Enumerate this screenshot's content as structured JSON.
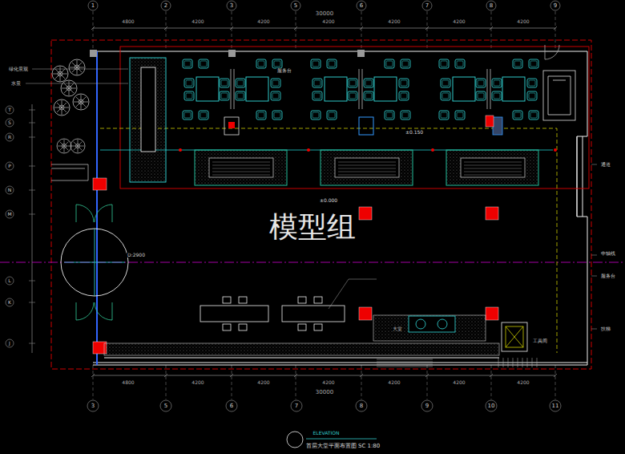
{
  "diagram": {
    "caption": "首层大堂平面布置图 SC 1:80",
    "labels": [
      "1",
      "2",
      "3",
      "5",
      "6",
      "7",
      "8",
      "9",
      "30000",
      "4800",
      "4200",
      "4200",
      "4200",
      "4200",
      "4200",
      "4200",
      "T",
      "S",
      "R",
      "P",
      "N",
      "M",
      "L",
      "K",
      "J",
      "绿化景观",
      "水景",
      "服务台",
      "±0.150",
      "±0.000",
      "模型组",
      "D:2900",
      "通道",
      "中轴线",
      "服务台",
      "扶梯",
      "工具间",
      "大堂",
      "4800",
      "4200",
      "4200",
      "4200",
      "4200",
      "4200",
      "4200",
      "30000",
      "3",
      "5",
      "6",
      "7",
      "8",
      "9",
      "10",
      "11",
      "ELEVATION"
    ]
  }
}
